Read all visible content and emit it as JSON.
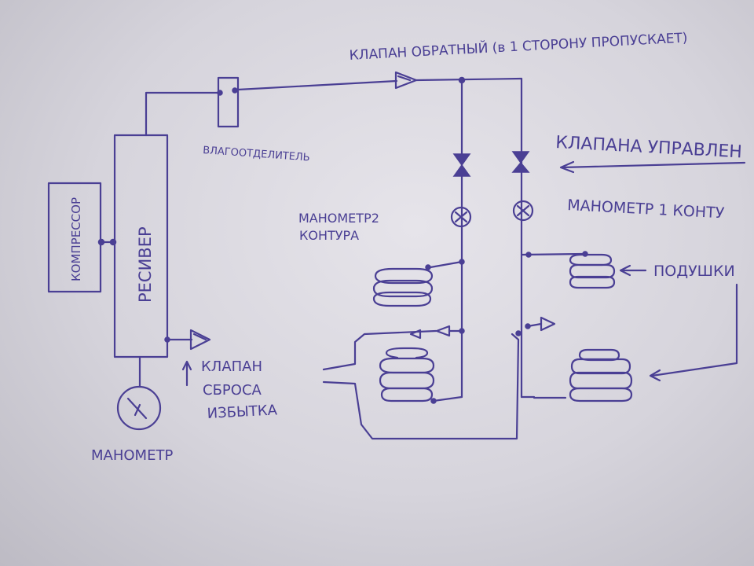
{
  "colors": {
    "ink": "#4a3f94",
    "paper": "#dcdae2"
  },
  "labels": {
    "check_valve": "КЛАПАН ОБРАТНЫЙ (в 1 СТОРОНУ ПРОПУСКАЕТ)",
    "separator": "ВЛАГООТДЕЛИТЕЛЬ",
    "control_valves": "КЛАПАНА УПРАВЛЕН",
    "gauge1": "МАНОМЕТР 1 КОНТУ",
    "gauge2_line1": "МАНОМЕТР2",
    "gauge2_line2": "КОНТУРА",
    "cushions": "ПОДУШКИ",
    "compressor": "КОМПРЕССОР",
    "receiver": "РЕСИВЕР",
    "relief_line1": "КЛАПАН",
    "relief_line2": "СБРОСА",
    "relief_line3": "ИЗБЫТКА",
    "gauge_main": "МАНОМЕТР"
  },
  "icons": [
    "compressor-block",
    "receiver-tank",
    "moisture-separator",
    "check-valve-icon",
    "shutoff-valve-icon",
    "pressure-gauge-icon",
    "air-cushion-icon",
    "relief-valve-icon"
  ]
}
